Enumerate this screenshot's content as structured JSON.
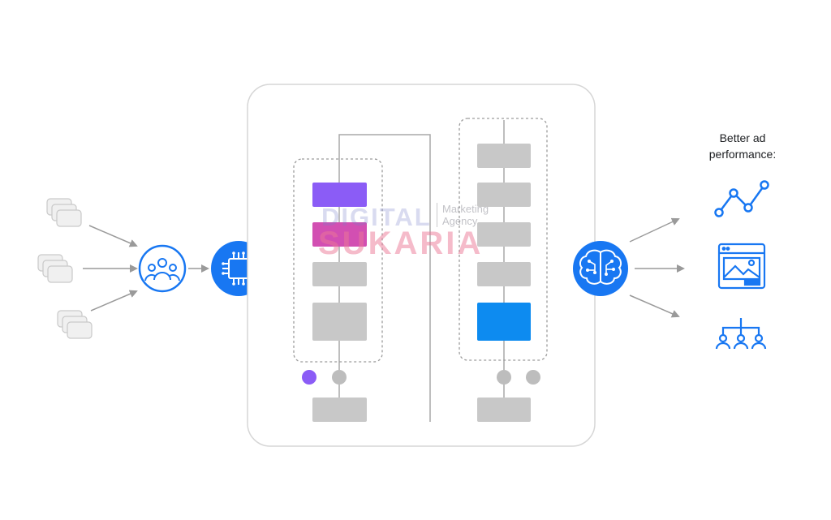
{
  "caption": {
    "line1": "Better ad",
    "line2": "performance:"
  },
  "watermark": {
    "word1": "DIGITAL",
    "word2": "SUKARIA",
    "sub1": "Marketing",
    "sub2": "Agency"
  },
  "icons": {
    "audience": "people-group-icon",
    "processor": "chip-icon",
    "model": "brain-network-icon",
    "outputs": [
      "line-chart-icon",
      "ad-creative-icon",
      "audience-hierarchy-icon"
    ]
  },
  "colors": {
    "blue": "#1877f2",
    "purple": "#8b5cf6",
    "magenta": "#d24fb2",
    "grey_block": "#c8c8c8",
    "highlight_block": "#0d8bf0",
    "arrow": "#999999"
  }
}
